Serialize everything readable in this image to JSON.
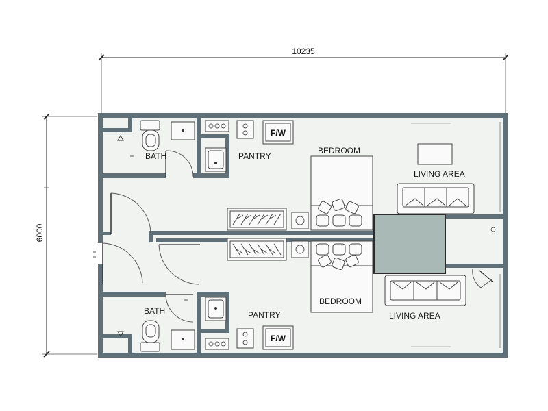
{
  "dimensions": {
    "width": "10235",
    "height": "6000"
  },
  "rooms": {
    "bath_top": "BATH",
    "bath_bottom": "BATH",
    "pantry_top": "PANTRY",
    "pantry_bottom": "PANTRY",
    "bedroom_top": "BEDROOM",
    "bedroom_bottom": "BEDROOM",
    "living_top": "LIVING AREA",
    "living_bottom": "LIVING AREA"
  },
  "appliances": {
    "fw_top": "F/W",
    "fw_bottom": "F/W"
  },
  "colors": {
    "wall": "#5f7079",
    "floor": "#f1f3f1",
    "column": "#a9b9b5"
  }
}
